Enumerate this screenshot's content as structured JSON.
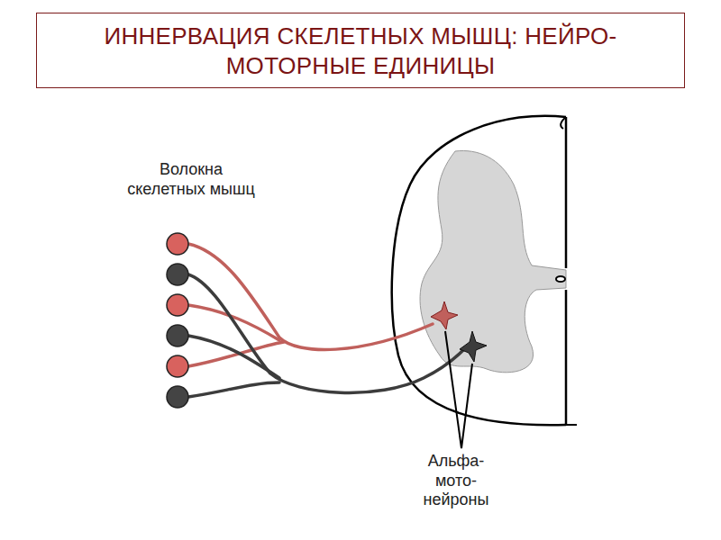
{
  "diagram": {
    "title": "ИННЕРВАЦИЯ СКЕЛЕТНЫХ МЫШЦ: НЕЙРО-МОТОРНЫЕ ЕДИНИЦЫ",
    "labels": [
      "Волокна скелетных мышц",
      "Альфа- мото- нейроны"
    ]
  }
}
